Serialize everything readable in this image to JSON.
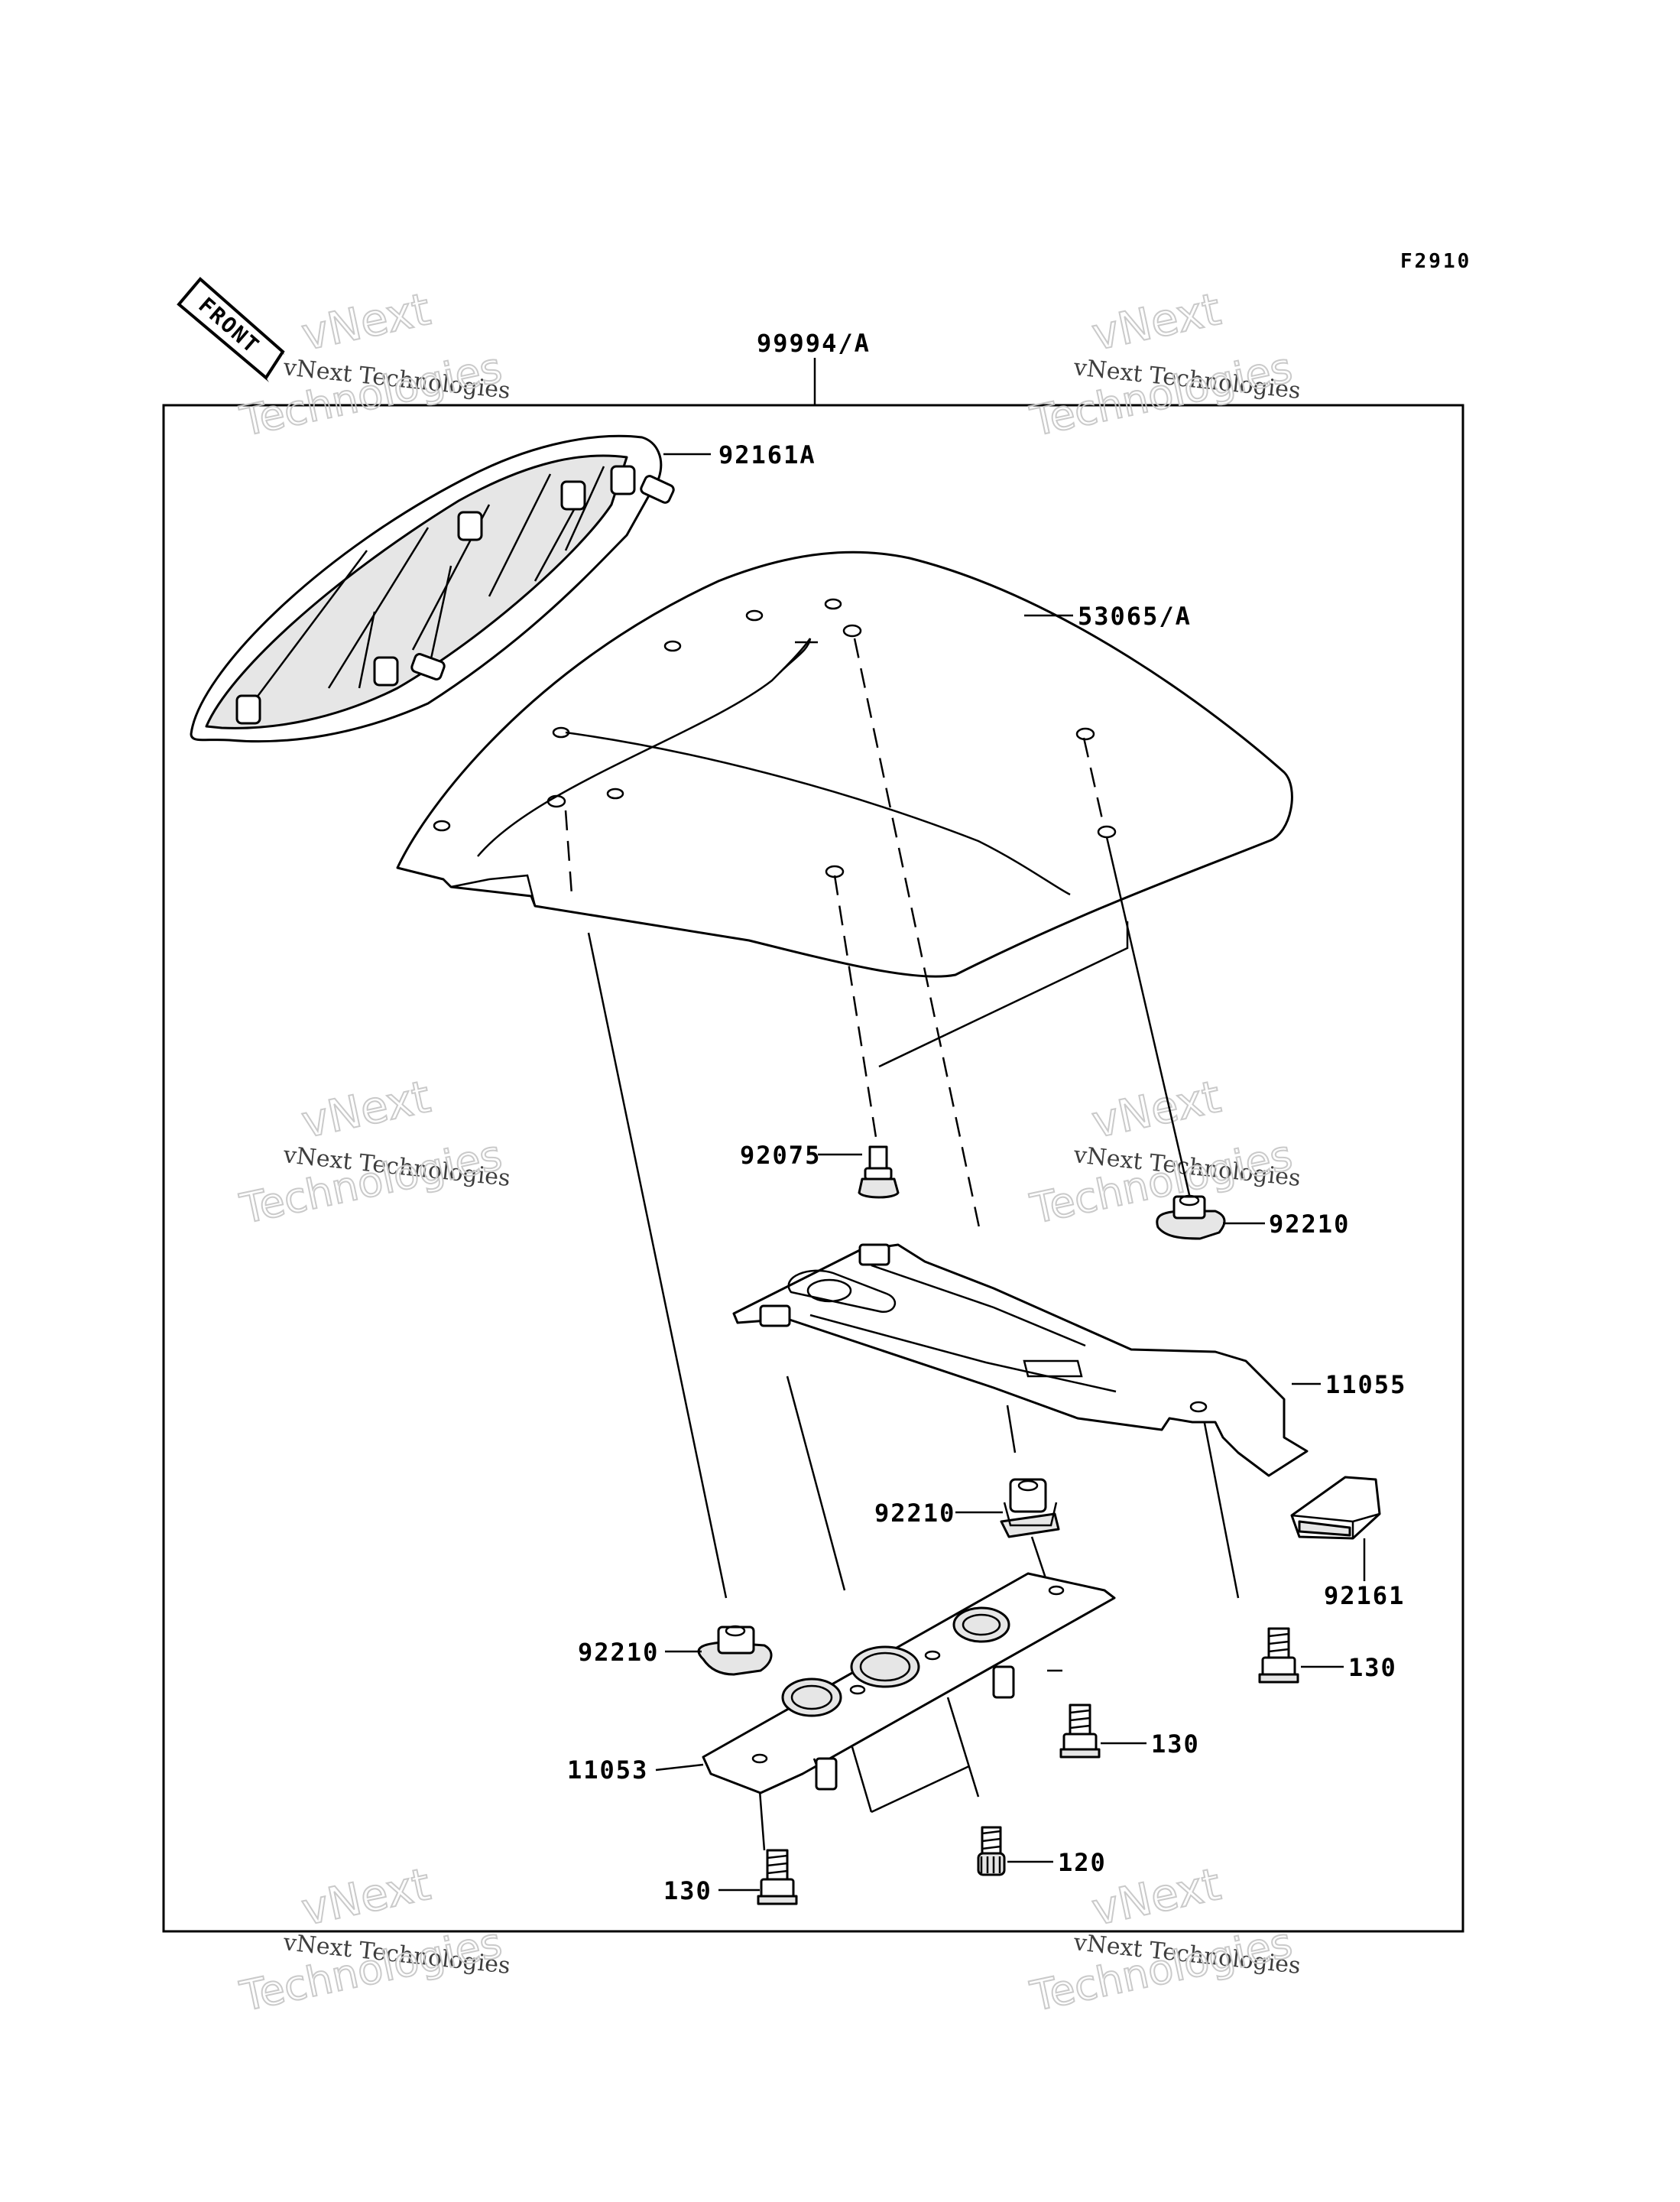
{
  "diagram_code": "F2910",
  "front_label": "FRONT",
  "assembly_label": "99994/A",
  "watermark": {
    "line1": "vNext",
    "line2": "vNext Technologies",
    "line3": "Technologies"
  },
  "parts": [
    {
      "id": "p1",
      "number": "92161A"
    },
    {
      "id": "p2",
      "number": "53065/A"
    },
    {
      "id": "p3",
      "number": "92075"
    },
    {
      "id": "p4",
      "number": "92210"
    },
    {
      "id": "p5",
      "number": "11055"
    },
    {
      "id": "p6",
      "number": "92210"
    },
    {
      "id": "p7",
      "number": "92161"
    },
    {
      "id": "p8",
      "number": "92210"
    },
    {
      "id": "p9",
      "number": "130"
    },
    {
      "id": "p10",
      "number": "11053"
    },
    {
      "id": "p11",
      "number": "130"
    },
    {
      "id": "p12",
      "number": "120"
    },
    {
      "id": "p13",
      "number": "130"
    }
  ]
}
